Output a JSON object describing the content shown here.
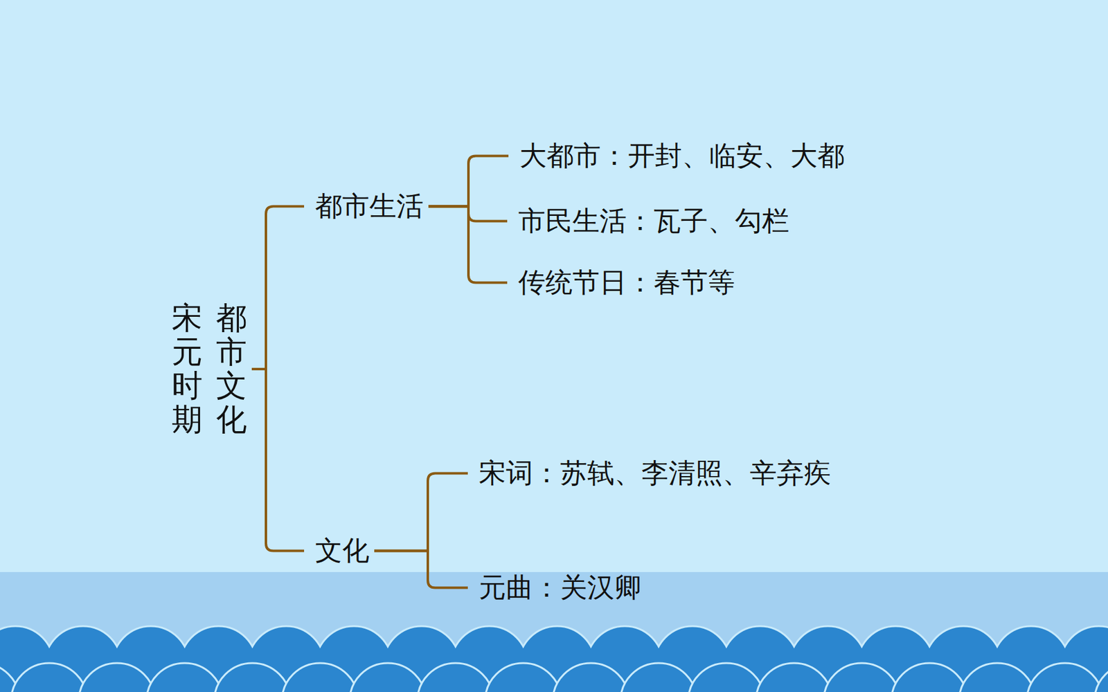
{
  "diagram": {
    "nodes": [
      {
        "text": [
          "宋元时期",
          "都市文化"
        ]
      },
      {
        "text": [
          "都市生活"
        ]
      },
      {
        "text": [
          "大都市：开封、临安、大都"
        ]
      },
      {
        "text": [
          "市民生活：瓦子、勾栏"
        ]
      },
      {
        "text": [
          "传统节日：春节等"
        ]
      },
      {
        "text": [
          "文化"
        ]
      },
      {
        "text": [
          "宋词：苏轼、李清照、辛弃疾"
        ]
      },
      {
        "text": [
          "元曲：关汉卿"
        ]
      }
    ],
    "edges": [
      {
        "from": 0,
        "to": 1,
        "arrow": "none"
      },
      {
        "from": 0,
        "to": 5,
        "arrow": "none"
      },
      {
        "from": 1,
        "to": 2,
        "arrow": "none"
      },
      {
        "from": 1,
        "to": 3,
        "arrow": "none"
      },
      {
        "from": 1,
        "to": 4,
        "arrow": "none"
      },
      {
        "from": 5,
        "to": 6,
        "arrow": "none"
      },
      {
        "from": 5,
        "to": 7,
        "arrow": "none"
      }
    ]
  }
}
